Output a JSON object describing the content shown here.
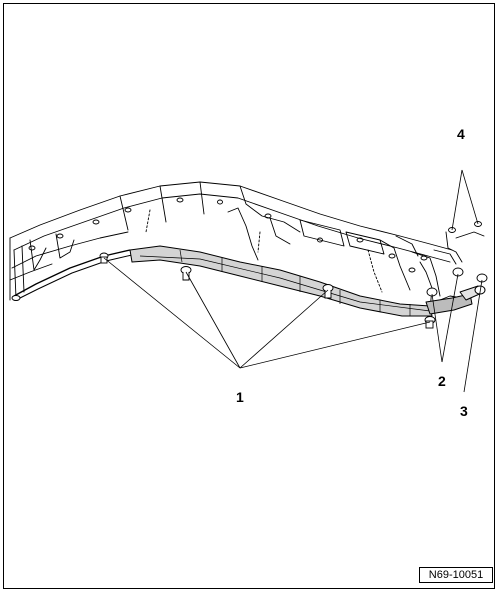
{
  "callouts": {
    "c1": "1",
    "c2": "2",
    "c3": "3",
    "c4": "4"
  },
  "reference_code": "N69-10051",
  "colors": {
    "line": "#000000",
    "airbag_fill": "#c8c8c8",
    "background": "#ffffff"
  }
}
